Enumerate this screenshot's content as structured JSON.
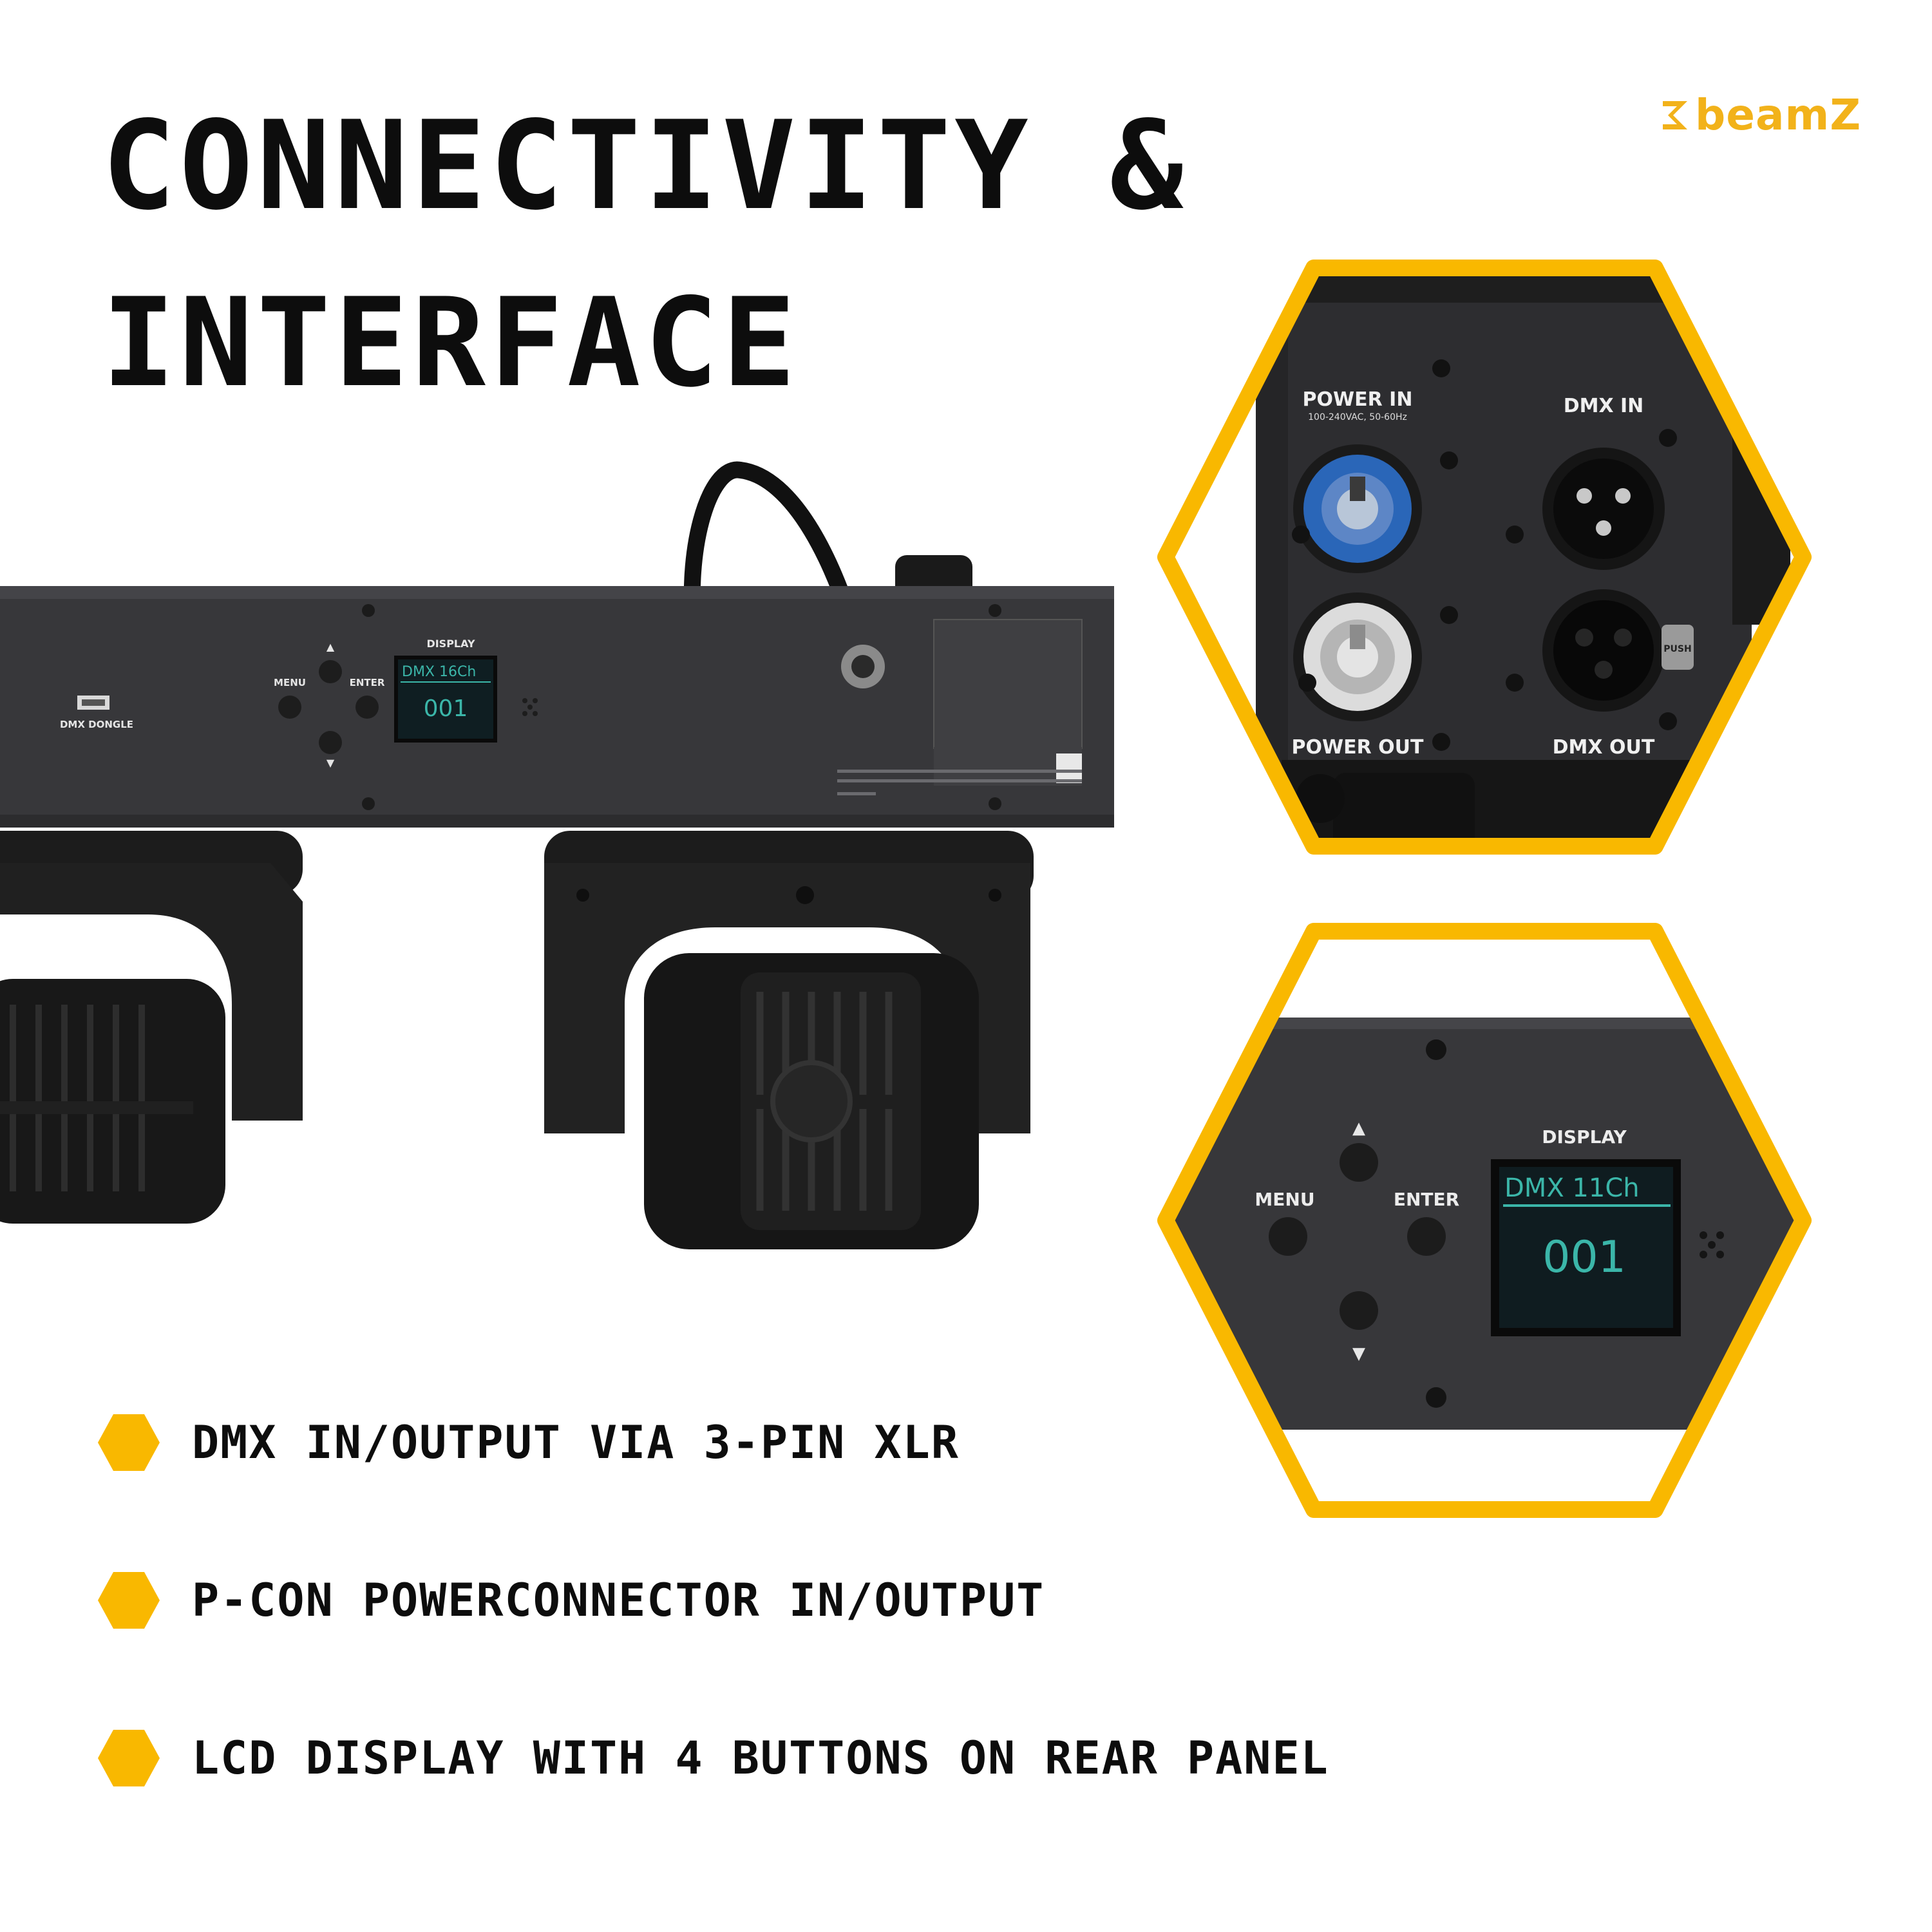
{
  "heading": {
    "line1": "CONNECTIVITY &",
    "line2": "INTERFACE"
  },
  "brand": {
    "name": "beamZ",
    "color": "#f2b21a"
  },
  "colors": {
    "accent": "#f9b800",
    "text": "#0d0d0d",
    "panel": "#2a2a2c",
    "display_text": "#3bb6a9"
  },
  "product_photo": {
    "dongle_label": "DMX DONGLE",
    "display_label": "DISPLAY",
    "menu_label": "MENU",
    "enter_label": "ENTER",
    "screen_line1": "DMX 16Ch",
    "screen_value": "001"
  },
  "connectors_zoom": {
    "power_in_label": "POWER IN",
    "power_in_spec": "100-240VAC, 50-60Hz",
    "dmx_in_label": "DMX IN",
    "power_out_label": "POWER OUT",
    "dmx_out_label": "DMX OUT",
    "push_label": "PUSH"
  },
  "display_zoom": {
    "display_label": "DISPLAY",
    "menu_label": "MENU",
    "enter_label": "ENTER",
    "screen_line1": "DMX 11Ch",
    "screen_value": "001"
  },
  "features": [
    {
      "text": "DMX IN/OUTPUT VIA 3-PIN XLR",
      "icon": "hexagon-bullet-icon"
    },
    {
      "text": "P-CON POWERCONNECTOR IN/OUTPUT",
      "icon": "hexagon-bullet-icon"
    },
    {
      "text": "LCD DISPLAY WITH 4 BUTTONS ON REAR PANEL",
      "icon": "hexagon-bullet-icon"
    }
  ]
}
